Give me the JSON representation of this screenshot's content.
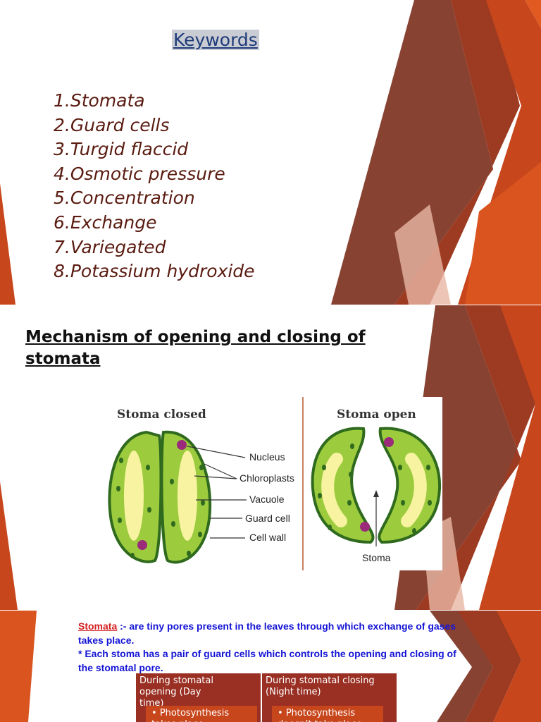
{
  "slide1": {
    "title": "Keywords",
    "keywords": [
      "1.Stomata",
      "2.Guard cells",
      "3.Turgid flaccid",
      "4.Osmotic pressure",
      "5.Concentration",
      "6.Exchange",
      "7.Variegated",
      "8.Potassium hydroxide"
    ]
  },
  "slide2": {
    "title": "Mechanism of opening and closing of stomata",
    "diagram": {
      "closed_label": "Stoma closed",
      "open_label": "Stoma open",
      "labels": [
        "Nucleus",
        "Chloroplasts",
        "Vacuole",
        "Guard cell",
        "Cell wall"
      ],
      "stoma_label": "Stoma"
    }
  },
  "slide3": {
    "term": "Stomata",
    "sep": " :- ",
    "definition": "are tiny pores present in the leaves through which exchange of gases takes place.",
    "note": "* Each stoma has a pair of guard cells which controls the opening and closing of the stomatal pore.",
    "table": {
      "col1_header": "During stomatal opening (Day time)",
      "col1_bullet": "Photosynthesis takes place",
      "col2_header": "During stomatal closing (Night time)",
      "col2_bullet": "Photosynthesis doesn’t take place"
    }
  },
  "colors": {
    "accent_dark": "#7a2e1c",
    "accent_orange": "#c8461c",
    "accent_light": "#e2a08a",
    "keyword_text": "#5a1b10",
    "definition_blue": "#1414d6",
    "term_red": "#d42020"
  }
}
